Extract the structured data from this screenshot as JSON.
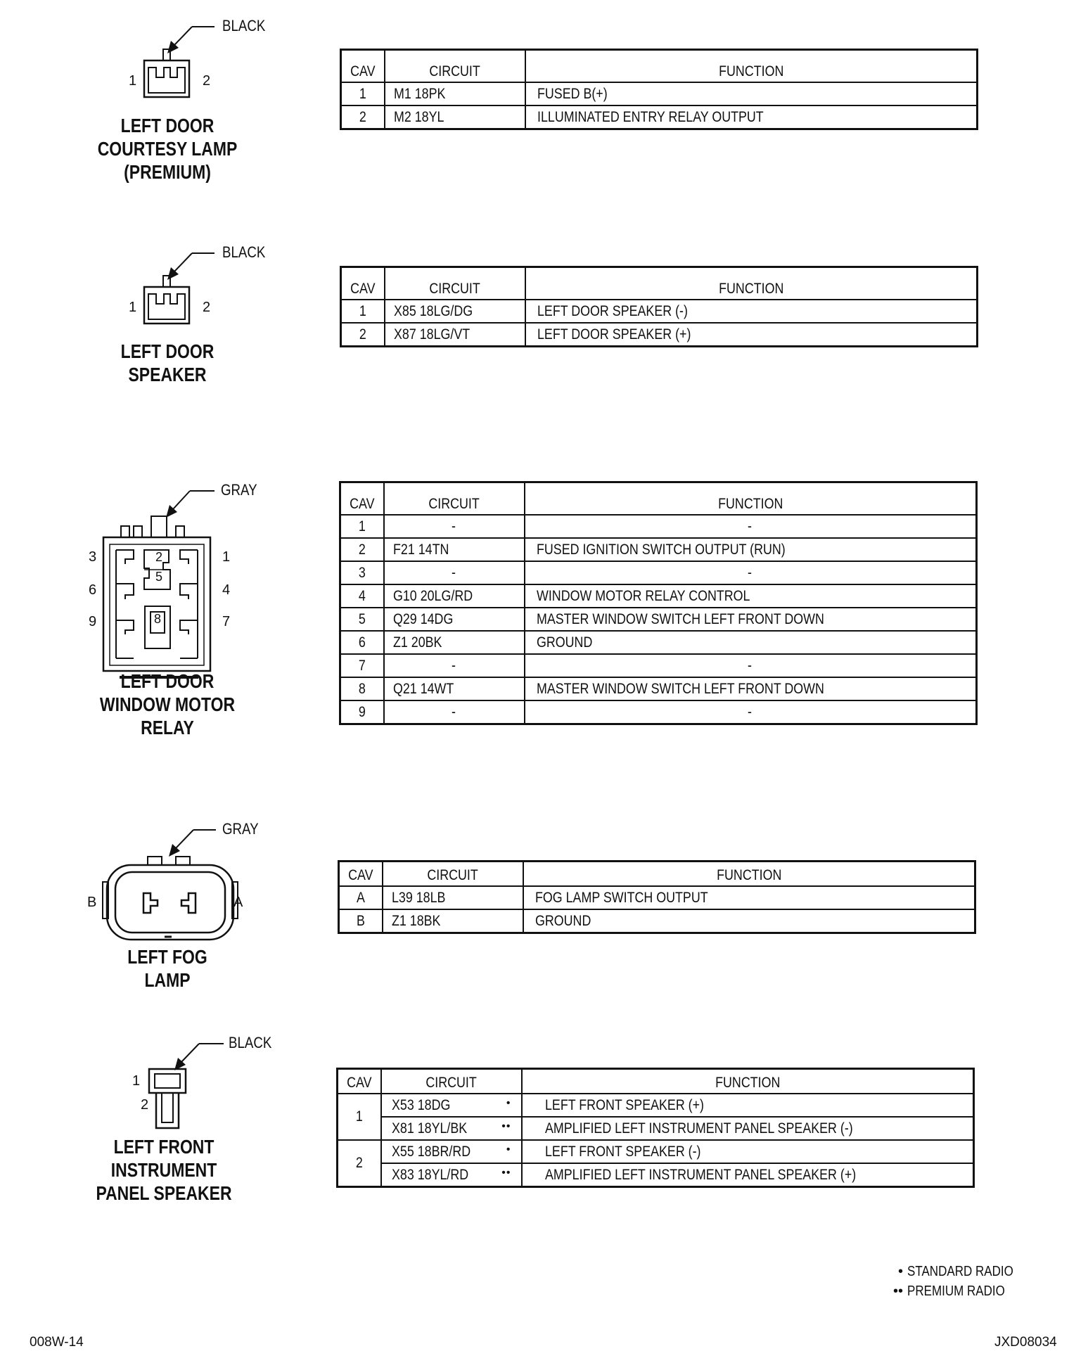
{
  "connectors": [
    {
      "name": [
        "LEFT DOOR",
        "COURTESY LAMP",
        "(PREMIUM)"
      ],
      "color": "BLACK",
      "pins": [
        "1",
        "2"
      ],
      "rows": [
        {
          "cav": "1",
          "circuit": "M1 18PK",
          "function": "FUSED B(+)"
        },
        {
          "cav": "2",
          "circuit": "M2 18YL",
          "function": "ILLUMINATED ENTRY RELAY OUTPUT"
        }
      ]
    },
    {
      "name": [
        "LEFT DOOR",
        "SPEAKER"
      ],
      "color": "BLACK",
      "pins": [
        "1",
        "2"
      ],
      "rows": [
        {
          "cav": "1",
          "circuit": "X85 18LG/DG",
          "function": "LEFT DOOR SPEAKER (-)"
        },
        {
          "cav": "2",
          "circuit": "X87 18LG/VT",
          "function": "LEFT DOOR SPEAKER (+)"
        }
      ]
    },
    {
      "name": [
        "LEFT DOOR",
        "WINDOW MOTOR",
        "RELAY"
      ],
      "color": "GRAY",
      "pins": [
        "3",
        "6",
        "9",
        "1",
        "4",
        "7",
        "2",
        "5",
        "8"
      ],
      "rows": [
        {
          "cav": "1",
          "circuit": "-",
          "function": "-"
        },
        {
          "cav": "2",
          "circuit": "F21 14TN",
          "function": "FUSED IGNITION SWITCH OUTPUT (RUN)"
        },
        {
          "cav": "3",
          "circuit": "-",
          "function": "-"
        },
        {
          "cav": "4",
          "circuit": "G10 20LG/RD",
          "function": "WINDOW MOTOR RELAY CONTROL"
        },
        {
          "cav": "5",
          "circuit": "Q29 14DG",
          "function": "MASTER WINDOW SWITCH LEFT FRONT DOWN"
        },
        {
          "cav": "6",
          "circuit": "Z1 20BK",
          "function": "GROUND"
        },
        {
          "cav": "7",
          "circuit": "-",
          "function": "-"
        },
        {
          "cav": "8",
          "circuit": "Q21 14WT",
          "function": "MASTER WINDOW SWITCH LEFT FRONT DOWN"
        },
        {
          "cav": "9",
          "circuit": "-",
          "function": "-"
        }
      ]
    },
    {
      "name": [
        "LEFT FOG",
        "LAMP"
      ],
      "color": "GRAY",
      "pins": [
        "B",
        "A"
      ],
      "rows": [
        {
          "cav": "A",
          "circuit": "L39 18LB",
          "function": "FOG LAMP SWITCH OUTPUT"
        },
        {
          "cav": "B",
          "circuit": "Z1 18BK",
          "function": "GROUND"
        }
      ]
    },
    {
      "name": [
        "LEFT FRONT",
        "INSTRUMENT",
        "PANEL SPEAKER"
      ],
      "color": "BLACK",
      "pins": [
        "1",
        "2"
      ],
      "rows": [
        {
          "cav": "1",
          "circuit": "X53 18DG",
          "marker": "•",
          "function": "LEFT FRONT SPEAKER (+)"
        },
        {
          "cav": "",
          "circuit": "X81 18YL/BK",
          "marker": "••",
          "function": "AMPLIFIED LEFT INSTRUMENT PANEL SPEAKER (-)"
        },
        {
          "cav": "2",
          "circuit": "X55 18BR/RD",
          "marker": "•",
          "function": "LEFT FRONT SPEAKER (-)"
        },
        {
          "cav": "",
          "circuit": "X83 18YL/RD",
          "marker": "••",
          "function": "AMPLIFIED LEFT INSTRUMENT PANEL SPEAKER (+)"
        }
      ]
    }
  ],
  "table_headers": {
    "cav": "CAV",
    "circuit": "CIRCUIT",
    "function": "FUNCTION"
  },
  "legend": {
    "standard_marker": "•",
    "standard": "STANDARD RADIO",
    "premium_marker": "••",
    "premium": "PREMIUM RADIO"
  },
  "footer": {
    "page": "008W-14",
    "code": "JXD08034"
  }
}
